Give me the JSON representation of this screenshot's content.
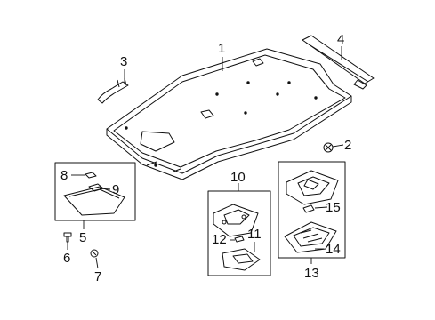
{
  "diagram": {
    "callouts": [
      {
        "id": "c1",
        "label": "1"
      },
      {
        "id": "c2",
        "label": "2"
      },
      {
        "id": "c3",
        "label": "3"
      },
      {
        "id": "c4",
        "label": "4"
      },
      {
        "id": "c5",
        "label": "5"
      },
      {
        "id": "c6",
        "label": "6"
      },
      {
        "id": "c7",
        "label": "7"
      },
      {
        "id": "c8",
        "label": "8"
      },
      {
        "id": "c9",
        "label": "9"
      },
      {
        "id": "c10",
        "label": "10"
      },
      {
        "id": "c11",
        "label": "11"
      },
      {
        "id": "c12",
        "label": "12"
      },
      {
        "id": "c13",
        "label": "13"
      },
      {
        "id": "c14",
        "label": "14"
      },
      {
        "id": "c15",
        "label": "15"
      }
    ]
  }
}
